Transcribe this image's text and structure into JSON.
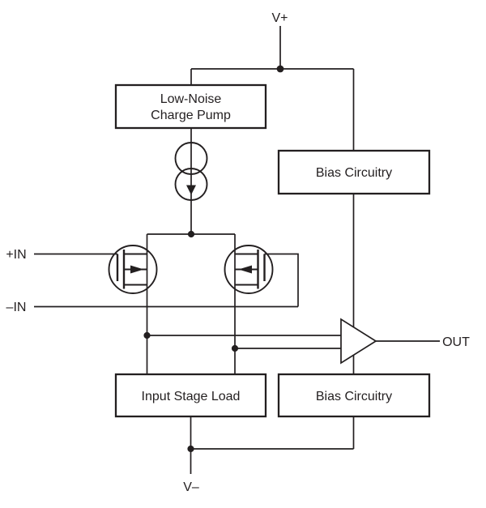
{
  "figure": {
    "kind": "op-amp functional block diagram",
    "colors": {
      "line": "#231f20",
      "background": "#ffffff",
      "block_fill": "#ffffff"
    },
    "terminals": {
      "v_plus": "V+",
      "v_minus": "V–",
      "in_plus": "+IN",
      "in_minus": "–IN",
      "out": "OUT"
    },
    "blocks": {
      "charge_pump": {
        "line1": "Low-Noise",
        "line2": "Charge Pump"
      },
      "bias_top": {
        "label": "Bias Circuitry"
      },
      "input_stage_load": {
        "label": "Input Stage Load"
      },
      "bias_bottom": {
        "label": "Bias Circuitry"
      }
    }
  }
}
